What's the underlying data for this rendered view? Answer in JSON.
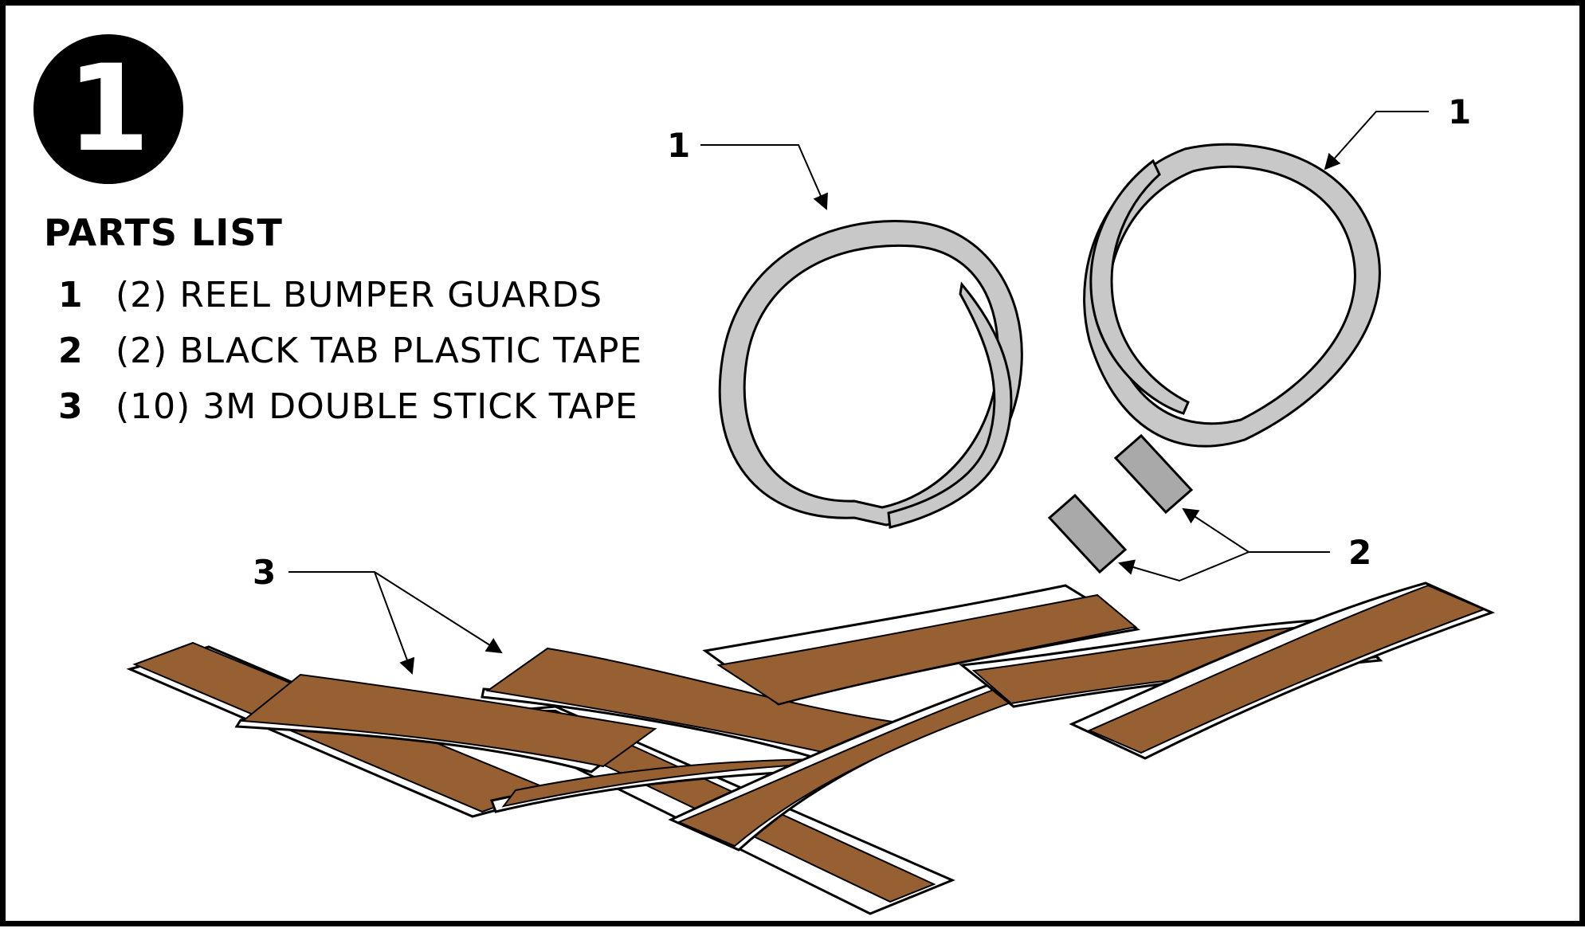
{
  "step": {
    "number": "1"
  },
  "parts_list": {
    "title": "PARTS LIST",
    "items": [
      {
        "num": "1",
        "desc": "(2) REEL BUMPER GUARDS"
      },
      {
        "num": "2",
        "desc": "(2) BLACK TAB PLASTIC TAPE"
      },
      {
        "num": "3",
        "desc": "(10) 3M DOUBLE STICK TAPE"
      }
    ]
  },
  "callouts": {
    "reel_left": "1",
    "reel_right": "1",
    "tabs": "2",
    "tape": "3"
  },
  "colors": {
    "guard_fill": "#c8c8c8",
    "tab_fill": "#a9a9a9",
    "tape_fill": "#966033",
    "outline": "#000000"
  }
}
